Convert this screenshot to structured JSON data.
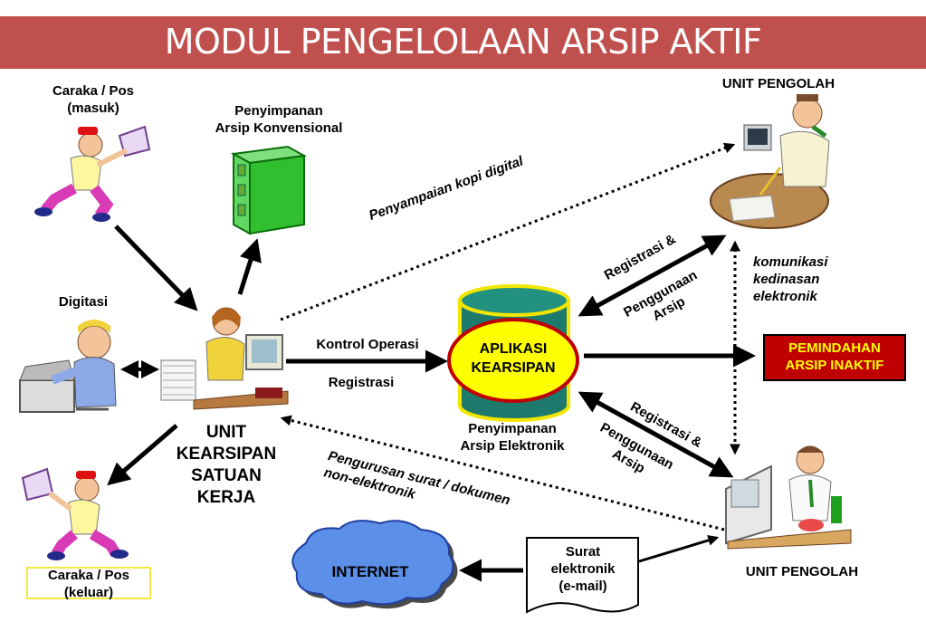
{
  "title": "MODUL PENGELOLAAN ARSIP AKTIF",
  "labels": {
    "caraka_masuk": "Caraka / Pos\n(masuk)",
    "penyimpanan_konv": "Penyimpanan\nArsip  Konvensional",
    "digitasi": "Digitasi",
    "unit_kearsipan": "UNIT\nKEARSIPAN\nSATUAN\nKERJA",
    "caraka_keluar": "Caraka / Pos\n(keluar)",
    "unit_pengolah_top": "UNIT PENGOLAH",
    "unit_pengolah_bottom": "UNIT PENGOLAH",
    "komunikasi": "komunikasi\nkedinasan\nelektronik",
    "kontrol_operasi": "Kontrol Operasi",
    "registrasi": "Registrasi",
    "aplikasi": "APLIKASI\nKEARSIPAN",
    "penyimpanan_elek": "Penyimpanan\nArsip Elektronik",
    "pemindahan": "PEMINDAHAN\nARSIP INAKTIF",
    "internet": "INTERNET",
    "surat_elektronik": "Surat\nelektronik\n(e-mail)",
    "penyampaian": "Penyampaian kopi digital",
    "registrasi_top": "Registrasi &",
    "penggunaan_top": "Penggunaan\nArsip",
    "registrasi_bottom": "Registrasi &",
    "penggunaan_bottom": "Penggunaan\nArsip",
    "pengurusan": "Pengurusan surat / dokumen\nnon-elektronik"
  },
  "colors": {
    "title_bar": "#c0504d",
    "cylinder": "#1f7a6e",
    "cylinder_ring": "#f2e600",
    "ellipse_fill": "#ffff00",
    "ellipse_border": "#c00000",
    "pemindahan_fill": "#c00000",
    "pemindahan_text": "#ffff00",
    "cloud": "#5b8fe8"
  }
}
